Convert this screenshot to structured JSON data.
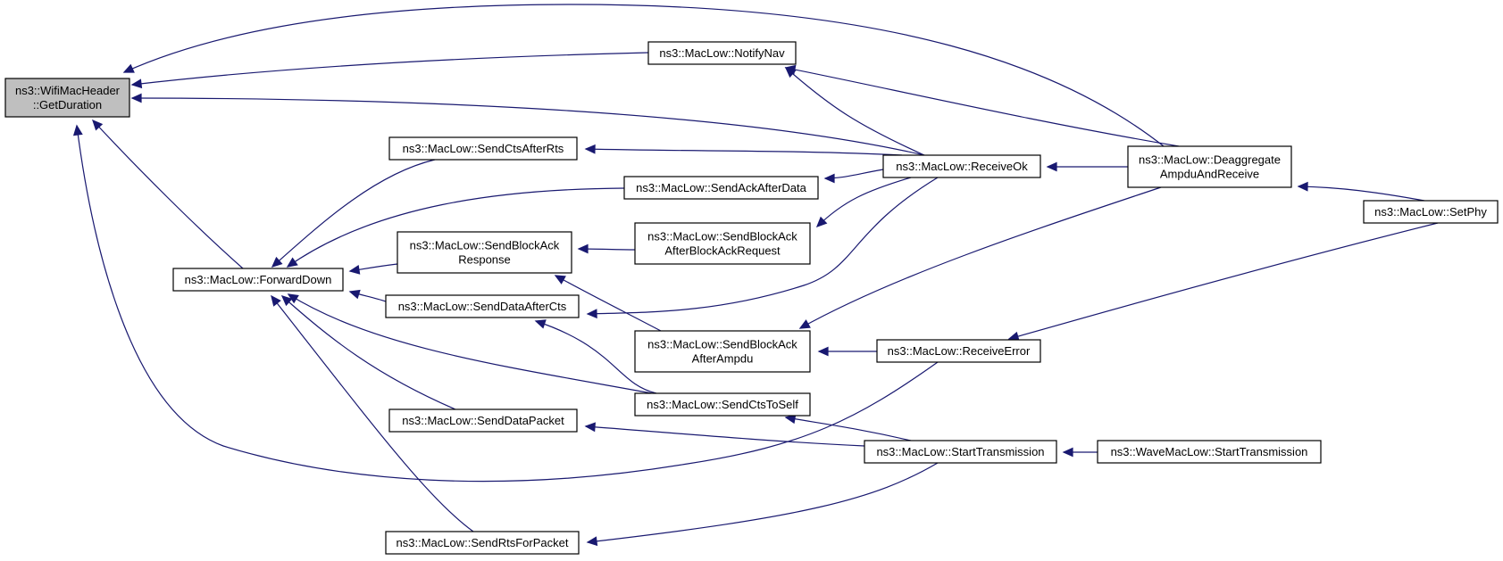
{
  "graph": {
    "type": "doxygen-caller-graph",
    "edge_color": "#191970",
    "root_fill": "#bfbfbf",
    "nodes": [
      {
        "id": "getduration",
        "lines": [
          "ns3::WifiMacHeader",
          "::GetDuration"
        ],
        "root": true
      },
      {
        "id": "notifynav",
        "lines": [
          "ns3::MacLow::NotifyNav"
        ]
      },
      {
        "id": "sendctsafterrts",
        "lines": [
          "ns3::MacLow::SendCtsAfterRts"
        ]
      },
      {
        "id": "sendackafterdata",
        "lines": [
          "ns3::MacLow::SendAckAfterData"
        ]
      },
      {
        "id": "sendblockackresponse",
        "lines": [
          "ns3::MacLow::SendBlockAck",
          "Response"
        ]
      },
      {
        "id": "sendblockackafterbar",
        "lines": [
          "ns3::MacLow::SendBlockAck",
          "AfterBlockAckRequest"
        ]
      },
      {
        "id": "forwarddown",
        "lines": [
          "ns3::MacLow::ForwardDown"
        ]
      },
      {
        "id": "senddataaftercts",
        "lines": [
          "ns3::MacLow::SendDataAfterCts"
        ]
      },
      {
        "id": "sendblockackafterampdu",
        "lines": [
          "ns3::MacLow::SendBlockAck",
          "AfterAmpdu"
        ]
      },
      {
        "id": "sendctstoself",
        "lines": [
          "ns3::MacLow::SendCtsToSelf"
        ]
      },
      {
        "id": "senddatapacket",
        "lines": [
          "ns3::MacLow::SendDataPacket"
        ]
      },
      {
        "id": "sendrtsforpacket",
        "lines": [
          "ns3::MacLow::SendRtsForPacket"
        ]
      },
      {
        "id": "receiveok",
        "lines": [
          "ns3::MacLow::ReceiveOk"
        ]
      },
      {
        "id": "receiveerror",
        "lines": [
          "ns3::MacLow::ReceiveError"
        ]
      },
      {
        "id": "starttransmission",
        "lines": [
          "ns3::MacLow::StartTransmission"
        ]
      },
      {
        "id": "deaggregate",
        "lines": [
          "ns3::MacLow::Deaggregate",
          "AmpduAndReceive"
        ]
      },
      {
        "id": "setphy",
        "lines": [
          "ns3::MacLow::SetPhy"
        ]
      },
      {
        "id": "wavestarttransmission",
        "lines": [
          "ns3::WaveMacLow::StartTransmission"
        ]
      }
    ],
    "edges": [
      {
        "from": "deaggregate",
        "to": "getduration"
      },
      {
        "from": "notifynav",
        "to": "getduration"
      },
      {
        "from": "receiveok",
        "to": "getduration"
      },
      {
        "from": "forwarddown",
        "to": "getduration"
      },
      {
        "from": "receiveerror",
        "to": "getduration"
      },
      {
        "from": "receiveok",
        "to": "notifynav"
      },
      {
        "from": "deaggregate",
        "to": "notifynav"
      },
      {
        "from": "receiveok",
        "to": "sendctsafterrts"
      },
      {
        "from": "receiveok",
        "to": "sendackafterdata"
      },
      {
        "from": "receiveok",
        "to": "sendblockackafterbar"
      },
      {
        "from": "receiveok",
        "to": "senddataaftercts"
      },
      {
        "from": "sendblockackafterbar",
        "to": "sendblockackresponse"
      },
      {
        "from": "sendblockackafterampdu",
        "to": "sendblockackresponse"
      },
      {
        "from": "sendctsafterrts",
        "to": "forwarddown"
      },
      {
        "from": "sendackafterdata",
        "to": "forwarddown"
      },
      {
        "from": "sendblockackresponse",
        "to": "forwarddown"
      },
      {
        "from": "senddataaftercts",
        "to": "forwarddown"
      },
      {
        "from": "sendctstoself",
        "to": "forwarddown"
      },
      {
        "from": "senddatapacket",
        "to": "forwarddown"
      },
      {
        "from": "sendrtsforpacket",
        "to": "forwarddown"
      },
      {
        "from": "sendctstoself",
        "to": "senddataaftercts"
      },
      {
        "from": "starttransmission",
        "to": "sendctstoself"
      },
      {
        "from": "starttransmission",
        "to": "senddatapacket"
      },
      {
        "from": "starttransmission",
        "to": "sendrtsforpacket"
      },
      {
        "from": "receiveerror",
        "to": "sendblockackafterampdu"
      },
      {
        "from": "deaggregate",
        "to": "sendblockackafterampdu"
      },
      {
        "from": "deaggregate",
        "to": "receiveok"
      },
      {
        "from": "setphy",
        "to": "deaggregate"
      },
      {
        "from": "setphy",
        "to": "receiveerror"
      },
      {
        "from": "wavestarttransmission",
        "to": "starttransmission"
      }
    ]
  }
}
